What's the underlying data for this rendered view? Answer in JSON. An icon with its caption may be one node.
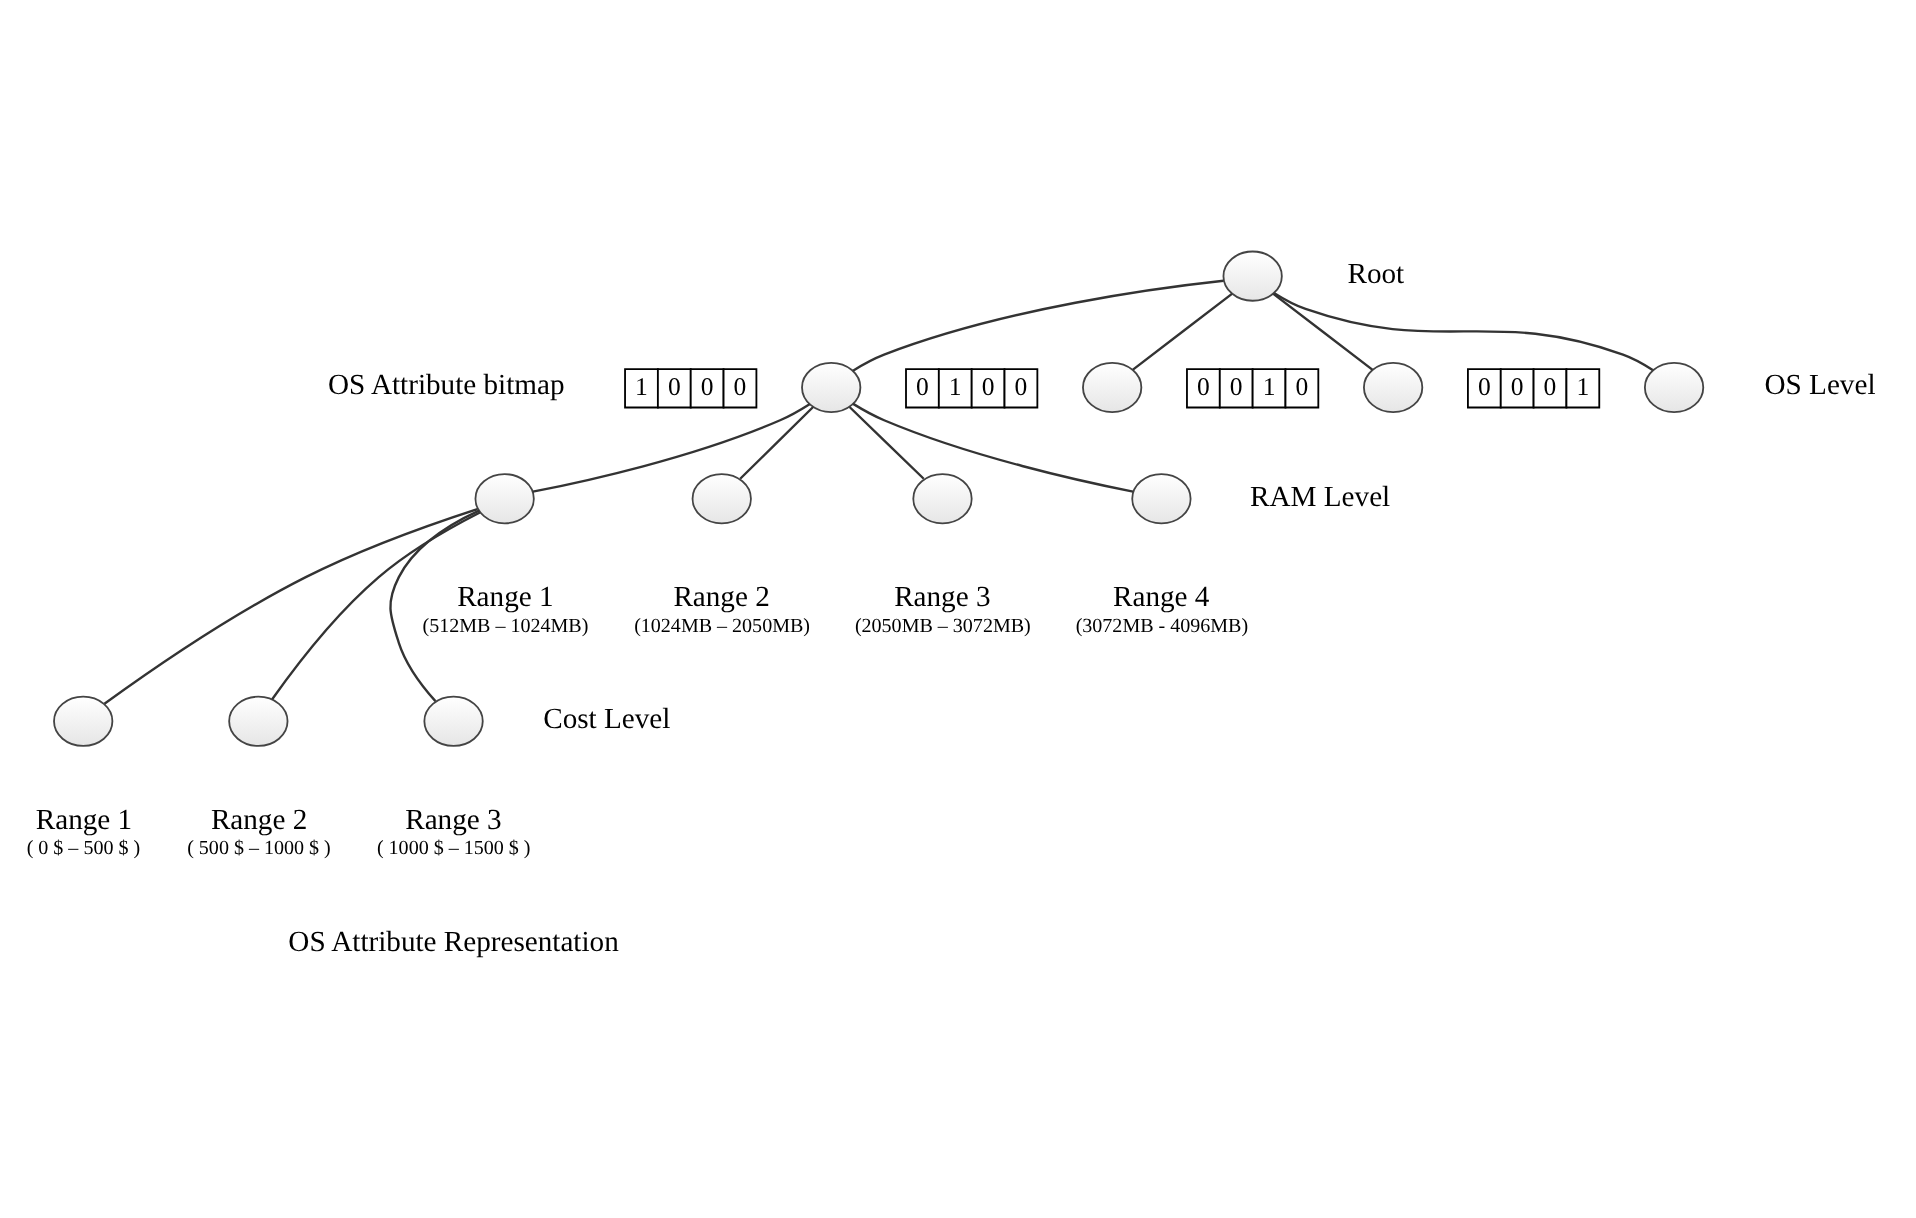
{
  "diagram": {
    "nodes": [
      {
        "text": [],
        "shape": "circle",
        "beside": [
          "Root"
        ]
      },
      {
        "text": [],
        "shape": "circle",
        "beside": [
          "1",
          "0",
          "0",
          "0"
        ]
      },
      {
        "text": [],
        "shape": "circle",
        "beside": [
          "0",
          "1",
          "0",
          "0"
        ]
      },
      {
        "text": [],
        "shape": "circle",
        "beside": [
          "0",
          "0",
          "1",
          "0"
        ]
      },
      {
        "text": [],
        "shape": "circle",
        "beside": [
          "0",
          "0",
          "0",
          "1"
        ]
      },
      {
        "text": [],
        "shape": "circle",
        "beside": [
          "Range 1",
          "(512MB – 1024MB)"
        ]
      },
      {
        "text": [],
        "shape": "circle",
        "beside": [
          "Range 2",
          "(1024MB – 2050MB)"
        ]
      },
      {
        "text": [],
        "shape": "circle",
        "beside": [
          "Range 3",
          "(2050MB – 3072MB)"
        ]
      },
      {
        "text": [],
        "shape": "circle",
        "beside": [
          "Range 4",
          "(3072MB - 4096MB)"
        ]
      },
      {
        "text": [],
        "shape": "circle",
        "beside": [
          "Range 1",
          "( 0 $ – 500 $ )"
        ]
      },
      {
        "text": [],
        "shape": "circle",
        "beside": [
          "Range 2",
          "( 500 $ – 1000 $ )"
        ]
      },
      {
        "text": [],
        "shape": "circle",
        "beside": [
          "Range 3",
          "( 1000 $ – 1500 $ )"
        ]
      }
    ],
    "edges": [
      {
        "from": 0,
        "to": 1,
        "arrow": "none"
      },
      {
        "from": 0,
        "to": 2,
        "arrow": "none"
      },
      {
        "from": 0,
        "to": 3,
        "arrow": "none"
      },
      {
        "from": 0,
        "to": 4,
        "arrow": "none"
      },
      {
        "from": 1,
        "to": 5,
        "arrow": "none"
      },
      {
        "from": 1,
        "to": 6,
        "arrow": "none"
      },
      {
        "from": 1,
        "to": 7,
        "arrow": "none"
      },
      {
        "from": 1,
        "to": 8,
        "arrow": "none"
      },
      {
        "from": 5,
        "to": 9,
        "arrow": "none"
      },
      {
        "from": 5,
        "to": 10,
        "arrow": "none"
      },
      {
        "from": 5,
        "to": 11,
        "arrow": "none"
      }
    ],
    "labels": [
      "OS Attribute bitmap",
      "OS Level",
      "RAM Level",
      "Cost Level",
      "OS Attribute Representation"
    ]
  }
}
